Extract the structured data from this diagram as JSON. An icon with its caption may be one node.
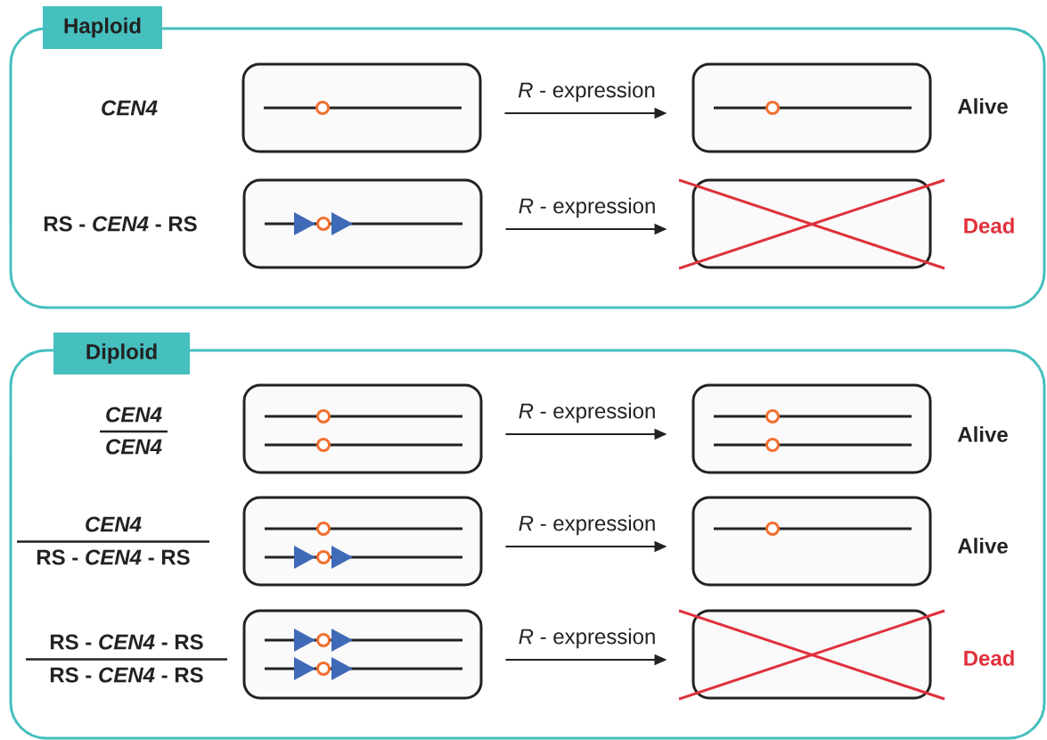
{
  "diagram": {
    "nodes": [
      {
        "text": [
          "Haploid"
        ]
      },
      {
        "text": [],
        "shape": "box",
        "in": 0,
        "beside": [
          "CEN4"
        ]
      },
      {
        "text": [],
        "shape": "box",
        "in": 0,
        "beside": [
          "Alive"
        ]
      },
      {
        "text": [],
        "shape": "box",
        "in": 0,
        "beside": [
          "RS - *CEN4* - RS"
        ]
      },
      {
        "text": [],
        "shape": "box",
        "in": 0,
        "beside": [
          "Dead"
        ]
      },
      {
        "text": [
          "Diploid"
        ]
      },
      {
        "text": [],
        "shape": "box",
        "in": 5,
        "beside": [
          "CEN4",
          "CEN4"
        ]
      },
      {
        "text": [],
        "shape": "box",
        "in": 5,
        "beside": [
          "Alive"
        ]
      },
      {
        "text": [],
        "shape": "box",
        "in": 5,
        "beside": [
          "CEN4",
          "RS - *CEN4* - RS"
        ]
      },
      {
        "text": [],
        "shape": "box",
        "in": 5,
        "beside": [
          "Alive"
        ]
      },
      {
        "text": [],
        "shape": "box",
        "in": 5,
        "beside": [
          "RS - *CEN4* - RS",
          "RS - *CEN4* - RS"
        ]
      },
      {
        "text": [],
        "shape": "box",
        "in": 5,
        "beside": [
          "Dead"
        ]
      }
    ],
    "edges": [
      {
        "from": 1,
        "to": 2,
        "arrow": "to",
        "label": "*R* - expression"
      },
      {
        "from": 3,
        "to": 4,
        "arrow": "to",
        "label": "*R* - expression"
      },
      {
        "from": 6,
        "to": 7,
        "arrow": "to",
        "label": "*R* - expression"
      },
      {
        "from": 8,
        "to": 9,
        "arrow": "to",
        "label": "*R* - expression"
      },
      {
        "from": 10,
        "to": 11,
        "arrow": "to",
        "label": "*R* - expression"
      }
    ]
  }
}
